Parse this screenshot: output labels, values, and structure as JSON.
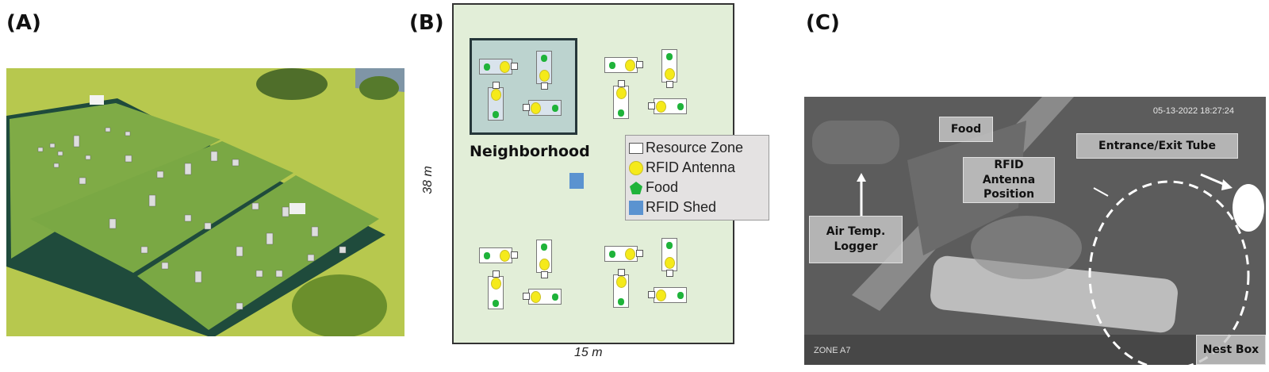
{
  "panels": {
    "a": {
      "label": "(A)",
      "image_alt": "Aerial photograph of fenced field enclosures with resource zone boxes"
    },
    "b": {
      "label": "(B)",
      "neighborhood_label": "Neighborhood",
      "y_dimension": "38 m",
      "x_dimension": "15 m",
      "legend": [
        {
          "symbol": "resource-zone",
          "label": "Resource Zone"
        },
        {
          "symbol": "rfid-antenna",
          "label": "RFID Antenna"
        },
        {
          "symbol": "food",
          "label": "Food"
        },
        {
          "symbol": "rfid-shed",
          "label": "RFID Shed"
        }
      ],
      "neighborhood_count": 4,
      "resource_zones_per_neighborhood": 4,
      "colors": {
        "background": "#e2eed8",
        "neighborhood": "#bcd3cf",
        "antenna": "#f5ea1a",
        "food": "#1fb33a",
        "shed": "#5b93d0"
      }
    },
    "c": {
      "label": "(C)",
      "timestamp": "05-13-2022 18:27:24",
      "zone": "ZONE A7",
      "annotations": {
        "food": "Food",
        "entrance": "Entrance/Exit Tube",
        "rfid": "RFID Antenna Position",
        "air_temp": "Air Temp. Logger",
        "nest_box": "Nest Box"
      }
    }
  }
}
